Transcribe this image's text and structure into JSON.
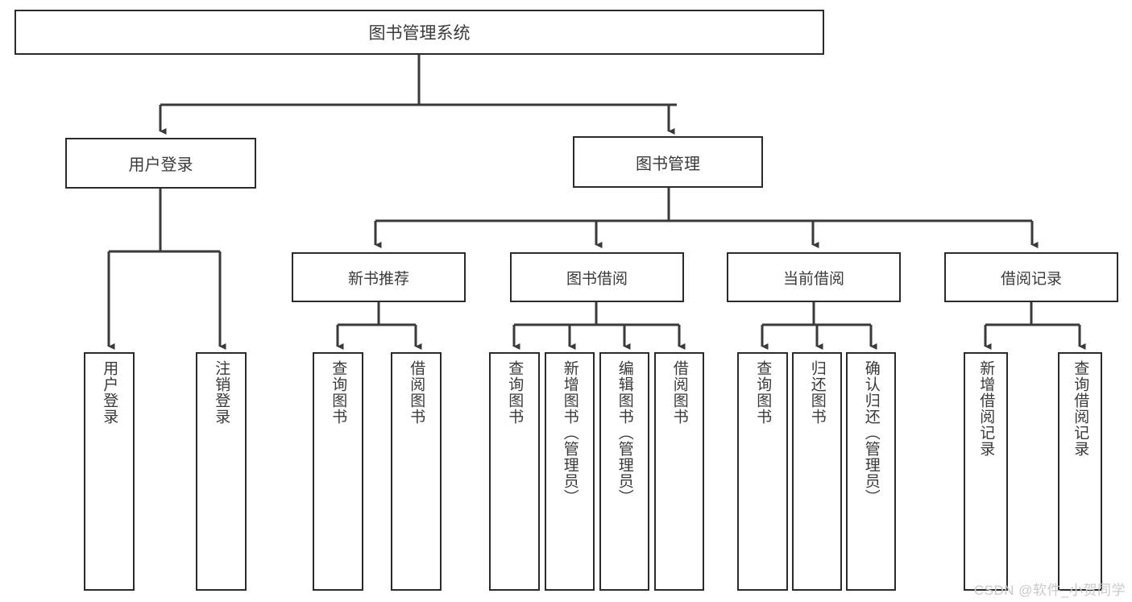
{
  "diagram": {
    "type": "tree",
    "title": "图书管理系统",
    "watermark": "CSDN @软件_小贺同学",
    "colors": {
      "box_border": "#2b2b2b",
      "box_fill": "#ffffff",
      "text": "#3a3a3a",
      "connector": "#3a3a3a",
      "watermark": "#c9c9c9",
      "background": "#ffffff"
    },
    "nodes": {
      "root": {
        "label": "图书管理系统",
        "level": 0
      },
      "user_login": {
        "label": "用户登录",
        "level": 1
      },
      "book_manage": {
        "label": "图书管理",
        "level": 1
      },
      "new_book_rec": {
        "label": "新书推荐",
        "level": 2
      },
      "book_borrow": {
        "label": "图书借阅",
        "level": 2
      },
      "current_borrow": {
        "label": "当前借阅",
        "level": 2
      },
      "borrow_record": {
        "label": "借阅记录",
        "level": 2
      },
      "leaf_user_login": {
        "label": "用户登录",
        "level": 3
      },
      "leaf_logout": {
        "label": "注销登录",
        "level": 3
      },
      "leaf_query_book_1": {
        "label": "查询图书",
        "level": 3
      },
      "leaf_borrow_book_1": {
        "label": "借阅图书",
        "level": 3
      },
      "leaf_query_book_2": {
        "label": "查询图书",
        "level": 3
      },
      "leaf_add_book": {
        "label": "新增图书（管理员）",
        "level": 3
      },
      "leaf_edit_book": {
        "label": "编辑图书（管理员）",
        "level": 3
      },
      "leaf_borrow_book_2": {
        "label": "借阅图书",
        "level": 3
      },
      "leaf_query_book_3": {
        "label": "查询图书",
        "level": 3
      },
      "leaf_return_book": {
        "label": "归还图书",
        "level": 3
      },
      "leaf_confirm_return": {
        "label": "确认归还（管理员）",
        "level": 3
      },
      "leaf_add_record": {
        "label": "新增借阅记录",
        "level": 3
      },
      "leaf_query_record": {
        "label": "查询借阅记录",
        "level": 3
      }
    },
    "edges": [
      {
        "from": "root",
        "to": "user_login"
      },
      {
        "from": "root",
        "to": "book_manage"
      },
      {
        "from": "user_login",
        "to": "leaf_user_login"
      },
      {
        "from": "user_login",
        "to": "leaf_logout"
      },
      {
        "from": "book_manage",
        "to": "new_book_rec"
      },
      {
        "from": "book_manage",
        "to": "book_borrow"
      },
      {
        "from": "book_manage",
        "to": "current_borrow"
      },
      {
        "from": "book_manage",
        "to": "borrow_record"
      },
      {
        "from": "new_book_rec",
        "to": "leaf_query_book_1"
      },
      {
        "from": "new_book_rec",
        "to": "leaf_borrow_book_1"
      },
      {
        "from": "book_borrow",
        "to": "leaf_query_book_2"
      },
      {
        "from": "book_borrow",
        "to": "leaf_add_book"
      },
      {
        "from": "book_borrow",
        "to": "leaf_edit_book"
      },
      {
        "from": "book_borrow",
        "to": "leaf_borrow_book_2"
      },
      {
        "from": "current_borrow",
        "to": "leaf_query_book_3"
      },
      {
        "from": "current_borrow",
        "to": "leaf_return_book"
      },
      {
        "from": "current_borrow",
        "to": "leaf_confirm_return"
      },
      {
        "from": "borrow_record",
        "to": "leaf_add_record"
      },
      {
        "from": "borrow_record",
        "to": "leaf_query_record"
      }
    ]
  }
}
